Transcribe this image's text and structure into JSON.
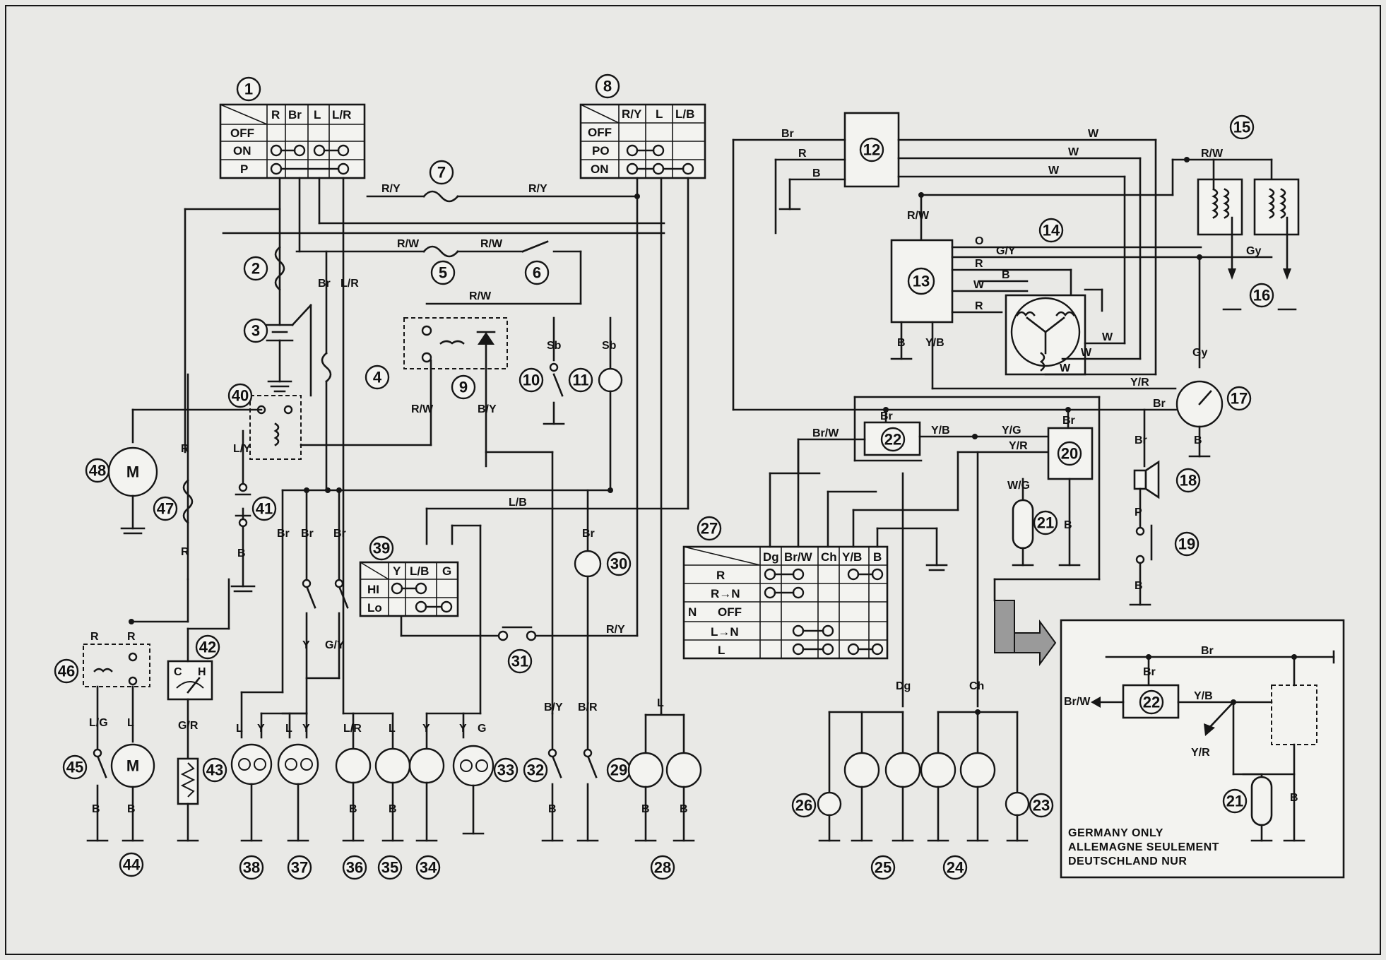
{
  "ignition_switch": {
    "number": "1",
    "columns": [
      "R",
      "Br",
      "L",
      "L/R"
    ],
    "rows": [
      "OFF",
      "ON",
      "P"
    ]
  },
  "main_switch": {
    "number": "8",
    "columns": [
      "R/Y",
      "L",
      "L/B"
    ],
    "rows": [
      "OFF",
      "PO",
      "ON"
    ]
  },
  "dimmer_switch": {
    "number": "39",
    "columns": [
      "Y",
      "L/B",
      "G"
    ],
    "rows": [
      "HI",
      "Lo"
    ]
  },
  "turn_switch": {
    "number": "27",
    "columns": [
      "Dg",
      "Br/W",
      "Ch",
      "Y/B",
      "B"
    ],
    "rows": [
      "R",
      "R→N",
      "OFF",
      "L→N",
      "L"
    ],
    "side_label": "N"
  },
  "wire_labels": {
    "r": "R",
    "br": "Br",
    "l": "L",
    "lr": "L/R",
    "b": "B",
    "w": "W",
    "rw": "R/W",
    "ry": "R/Y",
    "o": "O",
    "gy_slash": "G/Y",
    "yb": "Y/B",
    "yr": "Y/R",
    "yg": "Y/G",
    "gy": "Gy",
    "brw": "Br/W",
    "wg": "W/G",
    "p": "P",
    "ly": "L/Y",
    "lb": "L/B",
    "y": "Y",
    "gy2": "G/Y",
    "g": "G",
    "by": "B/Y",
    "br_slash": "B/R",
    "sb": "Sb",
    "lg": "L/G",
    "gr": "G/R",
    "dg": "Dg",
    "ch": "Ch"
  },
  "components": {
    "c2": "2",
    "c3": "3",
    "c4": "4",
    "c5": "5",
    "c6": "6",
    "c7": "7",
    "c9": "9",
    "c10": "10",
    "c11": "11",
    "c12": "12",
    "c13": "13",
    "c14": "14",
    "c15": "15",
    "c16": "16",
    "c17": "17",
    "c18": "18",
    "c19": "19",
    "c20": "20",
    "c21": "21",
    "c22": "22",
    "c23": "23",
    "c24": "24",
    "c25": "25",
    "c26": "26",
    "c28": "28",
    "c29": "29",
    "c30": "30",
    "c31": "31",
    "c32": "32",
    "c33": "33",
    "c34": "34",
    "c35": "35",
    "c36": "36",
    "c37": "37",
    "c38": "38",
    "c40": "40",
    "c41": "41",
    "c42": "42",
    "c43": "43",
    "c44": "44",
    "c45": "45",
    "c46": "46",
    "c47": "47",
    "c48": "48"
  },
  "symbols": {
    "motor": "M",
    "gauge_c": "C",
    "gauge_h": "H"
  },
  "inset": {
    "lines": [
      "GERMANY ONLY",
      "ALLEMAGNE SEULEMENT",
      "DEUTSCHLAND NUR"
    ],
    "relay": "22",
    "sensor": "21"
  }
}
